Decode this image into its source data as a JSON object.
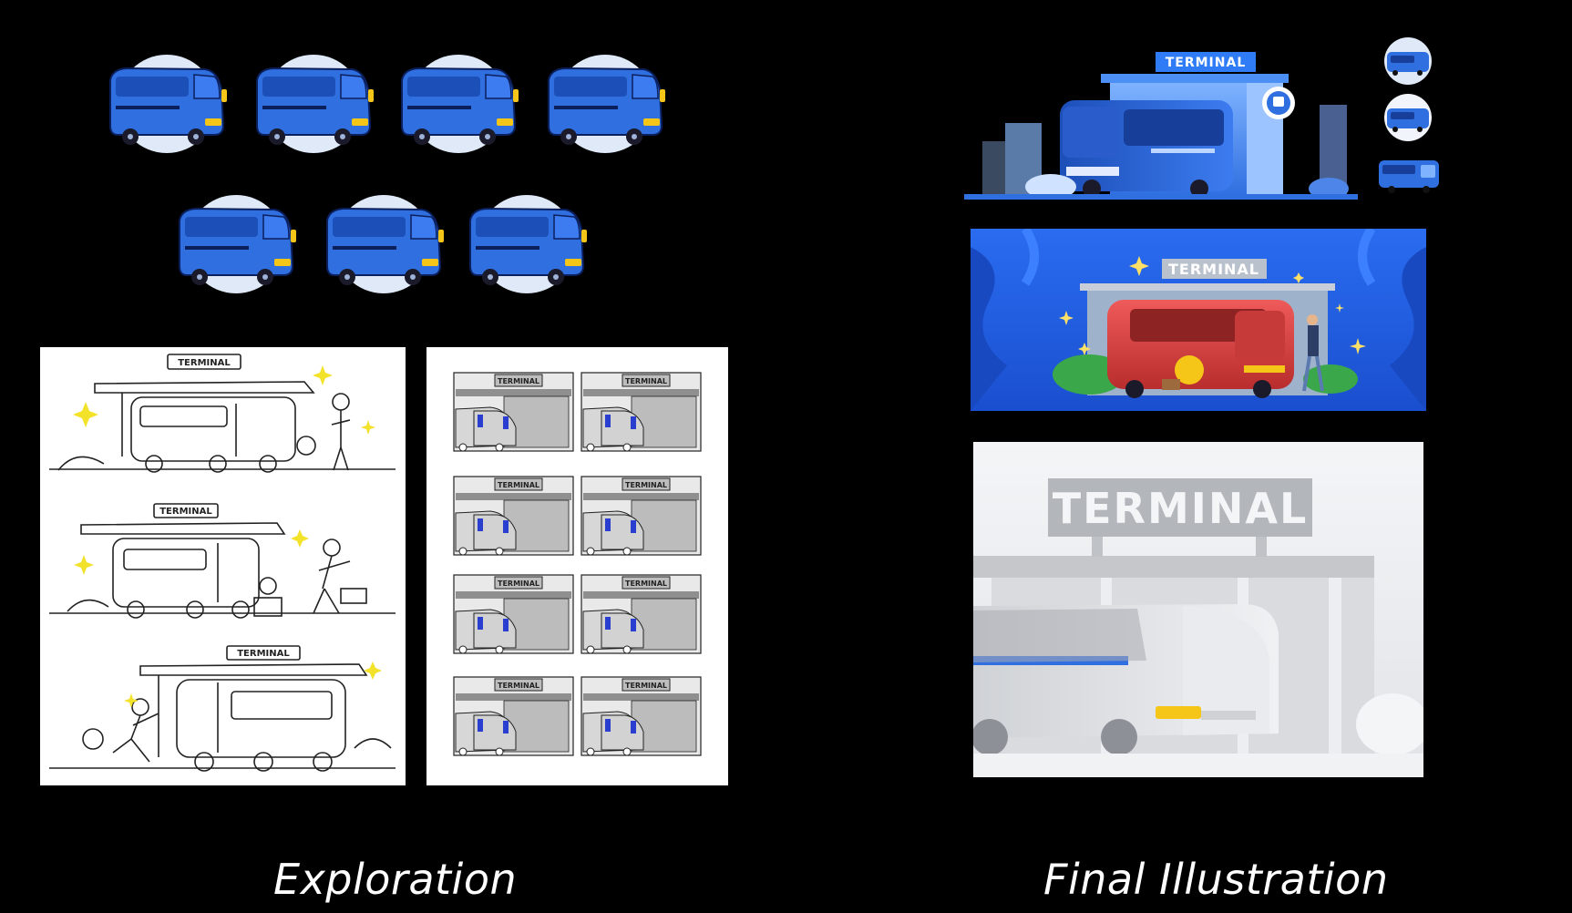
{
  "captions": {
    "left": "Exploration",
    "right": "Final Illustration"
  },
  "sign_label": "TERMINAL",
  "sketch_sign_label": "TERMINAL",
  "colors": {
    "background": "#000000",
    "bus_blue": "#2f6fe0",
    "bus_blue_dark": "#1d4fb8",
    "circle_bg": "#dfe9f7",
    "headlight_yellow": "#f5c518",
    "banner_blue": "#1f5fe0",
    "bus_red": "#d83b3b"
  },
  "icons": {
    "exploration_bus_icons": 7,
    "final_mini_icons": [
      "bus-circle-icon",
      "bus-circle-icon",
      "bus-flat-icon"
    ]
  }
}
